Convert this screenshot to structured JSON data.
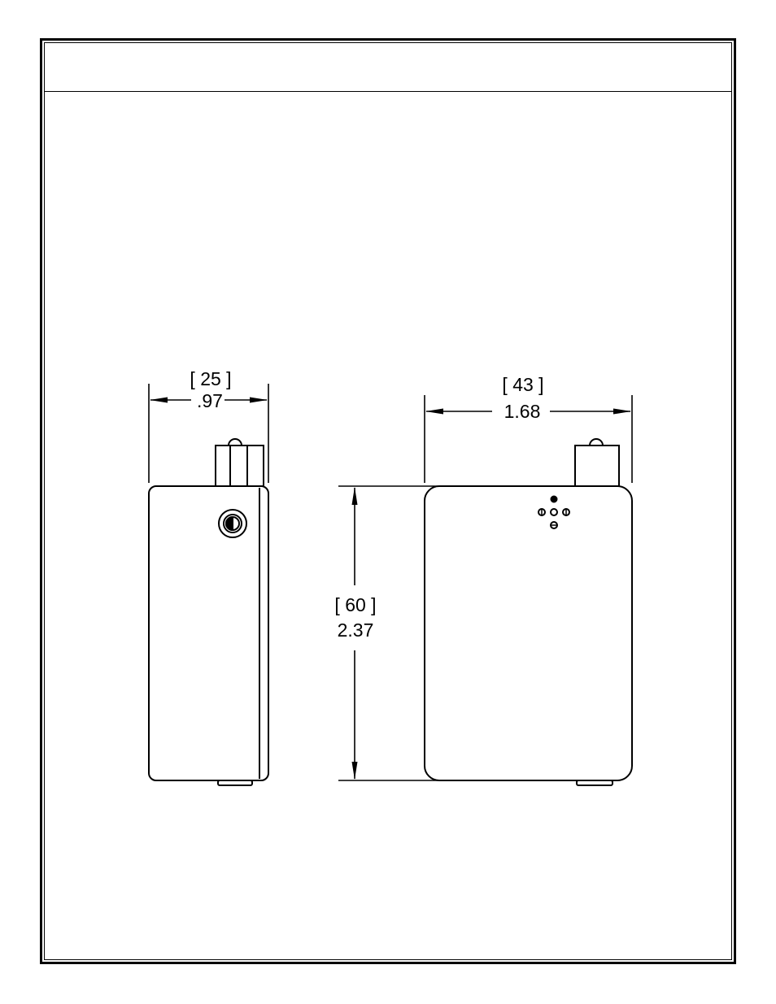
{
  "drawing": {
    "title": "",
    "dimensions": {
      "side_width": {
        "metric": "[ 25 ]",
        "imperial": ".97"
      },
      "front_width": {
        "metric": "[ 43 ]",
        "imperial": "1.68"
      },
      "height": {
        "metric": "[ 60 ]",
        "imperial": "2.37"
      }
    }
  },
  "colors": {
    "line": "#000000",
    "background": "#ffffff"
  }
}
